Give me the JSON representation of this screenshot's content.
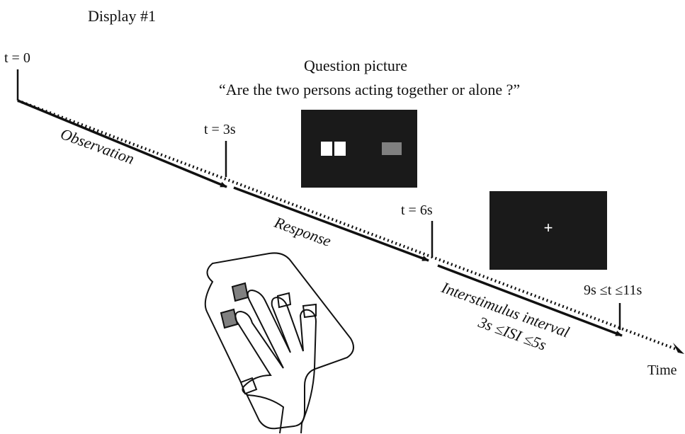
{
  "display1": {
    "title": "Display #1"
  },
  "question": {
    "title": "Question picture",
    "text": "“Are the two persons acting together or alone ?”"
  },
  "time_marks": {
    "t0": "t = 0",
    "t3": "t = 3s",
    "t6": "t = 6s",
    "t_end": "9s ≤t ≤11s"
  },
  "phases": {
    "observation": "Observation",
    "response": "Response",
    "isi_label": "Interstimulus interval",
    "isi_range": "3s ≤ISI ≤5s"
  },
  "axis": {
    "label": "Time"
  },
  "fixation": {
    "symbol": "+"
  },
  "colors": {
    "panel_bg": "#1a1a1a",
    "response_gray": "#808080",
    "stimulus_white": "#ffffff",
    "line": "#111111"
  }
}
